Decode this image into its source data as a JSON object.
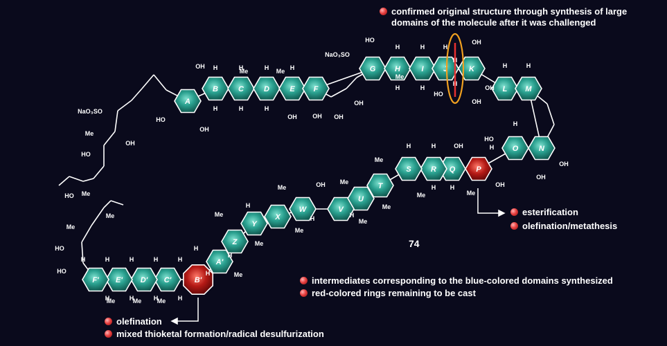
{
  "compound_label": "74",
  "notes": {
    "top": "confirmed original structure through synthesis of large\ndomains of the molecule after it was challenged",
    "esterification": "esterification",
    "olef_metathesis": "olefination/metathesis",
    "intermediates": "intermediates corresponding to the blue-colored domains synthesized",
    "red_rings": "red-colored rings remaining to be cast",
    "olefination": "olefination",
    "thioketal": "mixed thioketal formation/radical desulfurization"
  },
  "substituents": {
    "nao3so_left": "NaO₃SO",
    "nao3so_top": "NaO₃SO",
    "oh": "OH",
    "ho": "HO",
    "me": "Me",
    "h": "H"
  },
  "rings": {
    "upper": [
      "A",
      "B",
      "C",
      "D",
      "E",
      "F",
      "G",
      "H",
      "I",
      "J",
      "K",
      "L",
      "M",
      "N",
      "O",
      "P"
    ],
    "lower": [
      "Q",
      "R",
      "S",
      "T",
      "U",
      "V",
      "W",
      "X",
      "Y",
      "Z",
      "A'",
      "B'",
      "C'",
      "D'",
      "E'",
      "F'"
    ],
    "red": [
      "P",
      "B'"
    ]
  },
  "colors": {
    "teal_ring": "#1f8f80",
    "red_ring": "#b01818",
    "bond": "#ffffff",
    "highlight": "#f0a020"
  }
}
